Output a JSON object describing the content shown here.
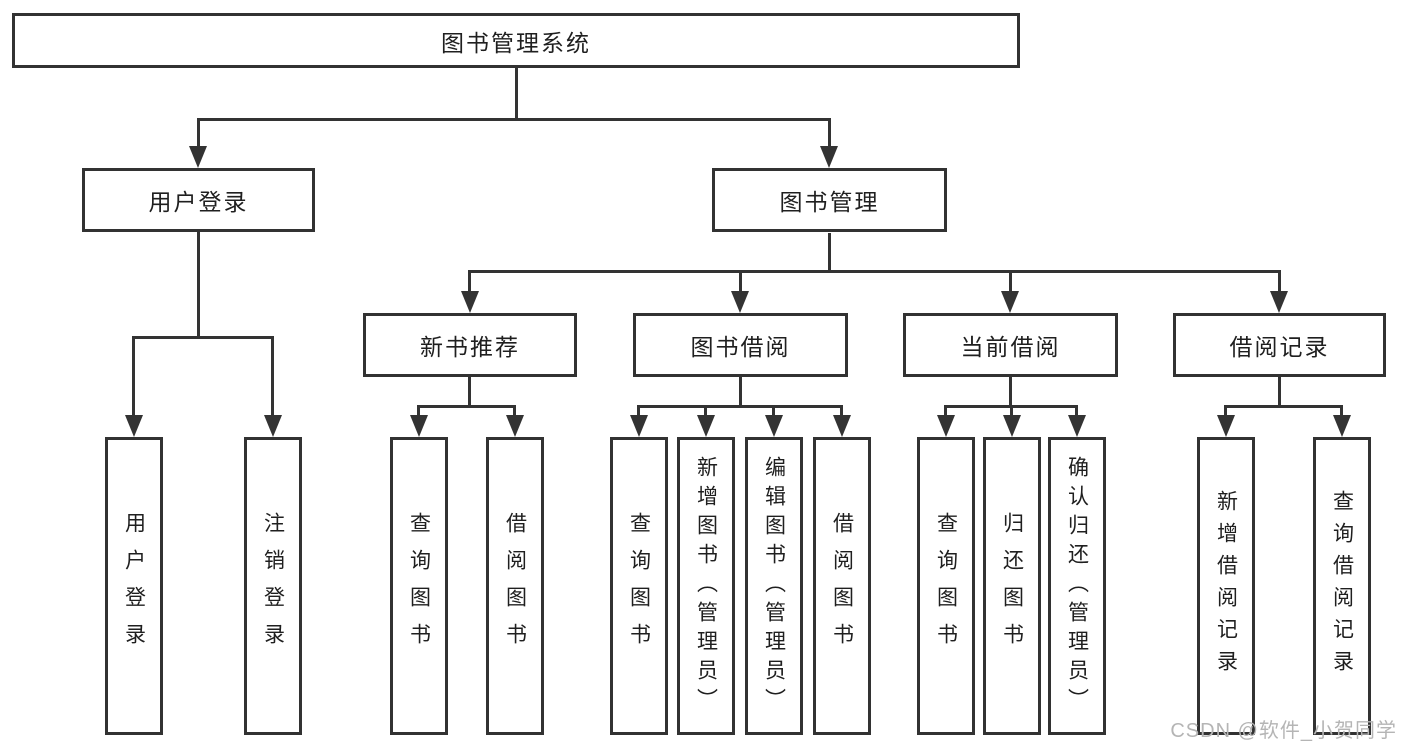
{
  "diagram": {
    "type": "hierarchy-tree",
    "nodes": {
      "root": {
        "label": "图书管理系统"
      },
      "user_login": {
        "label": "用户登录"
      },
      "book_mgmt": {
        "label": "图书管理"
      },
      "new_book_rec": {
        "label": "新书推荐"
      },
      "book_borrow": {
        "label": "图书借阅"
      },
      "current_borrow": {
        "label": "当前借阅"
      },
      "borrow_record": {
        "label": "借阅记录"
      },
      "leaf_user_login": {
        "label": "用户登录"
      },
      "leaf_logout": {
        "label": "注销登录"
      },
      "leaf_rec_query_book": {
        "label": "查询图书"
      },
      "leaf_rec_borrow_book": {
        "label": "借阅图书"
      },
      "leaf_bb_query_book": {
        "label": "查询图书"
      },
      "leaf_bb_add_book": {
        "label": "新增图书（管理员）"
      },
      "leaf_bb_edit_book": {
        "label": "编辑图书（管理员）"
      },
      "leaf_bb_borrow_book": {
        "label": "借阅图书"
      },
      "leaf_cb_query_book": {
        "label": "查询图书"
      },
      "leaf_cb_return_book": {
        "label": "归还图书"
      },
      "leaf_cb_confirm_return": {
        "label": "确认归还（管理员）"
      },
      "leaf_br_add_record": {
        "label": "新增借阅记录"
      },
      "leaf_br_query_record": {
        "label": "查询借阅记录"
      }
    },
    "edges": [
      [
        "图书管理系统",
        "用户登录"
      ],
      [
        "图书管理系统",
        "图书管理"
      ],
      [
        "用户登录",
        "用户登录(叶)"
      ],
      [
        "用户登录",
        "注销登录"
      ],
      [
        "图书管理",
        "新书推荐"
      ],
      [
        "图书管理",
        "图书借阅"
      ],
      [
        "图书管理",
        "当前借阅"
      ],
      [
        "图书管理",
        "借阅记录"
      ],
      [
        "新书推荐",
        "查询图书"
      ],
      [
        "新书推荐",
        "借阅图书"
      ],
      [
        "图书借阅",
        "查询图书"
      ],
      [
        "图书借阅",
        "新增图书（管理员）"
      ],
      [
        "图书借阅",
        "编辑图书（管理员）"
      ],
      [
        "图书借阅",
        "借阅图书"
      ],
      [
        "当前借阅",
        "查询图书"
      ],
      [
        "当前借阅",
        "归还图书"
      ],
      [
        "当前借阅",
        "确认归还（管理员）"
      ],
      [
        "借阅记录",
        "新增借阅记录"
      ],
      [
        "借阅记录",
        "查询借阅记录"
      ]
    ],
    "line_color": "#333333",
    "text_color": "#1f1f1f",
    "background_color": "#ffffff"
  },
  "watermark": "CSDN @软件_小贺同学"
}
